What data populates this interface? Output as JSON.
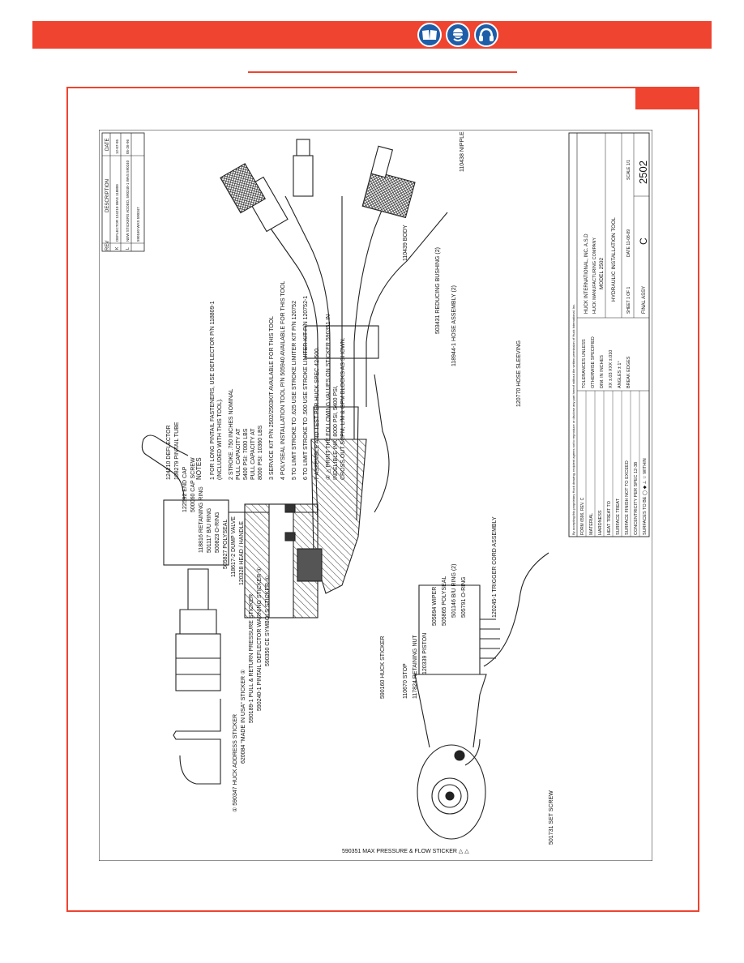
{
  "header": {
    "icons": [
      "read-manual-icon",
      "face-shield-icon",
      "hearing-protection-icon"
    ],
    "accent_color": "#ee4430",
    "icon_color": "#1e5ea8"
  },
  "drawing": {
    "callouts": {
      "c590351": "590351 MAX PRESSURE & FLOW STICKER △ △",
      "c590347": "① 590347 HUCK ADDRESS STICKER",
      "c620084": "620084 \"MADE IN USA\" STICKER ①",
      "c590189": "590189-1 PULL & RETURN PRESSURE STICKER",
      "c590240": "590240-1 PINTAIL DEFLECTOR WARNING STICKER ①",
      "c590350": "590350 CE SYMBOLS STICKER ①",
      "c590160": "590160 HUCK STICKER",
      "c501731": "501731 SET SCREW",
      "c110670": "110670 STOP",
      "c117824": "117824 RETAINING NUT",
      "c120339": "120339 PISTON",
      "c505894": "505894 WIPER",
      "c505865": "505865 POLYSEAL",
      "c501146": "501146 B/U RING (2)",
      "c505791": "505791 O-RING",
      "c124210": "124210 DEFLECTOR",
      "c108279": "108279 PINTAIL TUBE",
      "c122592": "122592 END CAP",
      "c500060": "500060 CAP SCREW",
      "c118816": "118816 RETAINING RING",
      "c501117": "501117 B/U RING",
      "c500823": "500823 O-RING",
      "c505827": "505827 POLYSEAL",
      "c118617": "118617-2 DUMP VALVE",
      "c120328": "120328 HEAD / HANDLE",
      "c120245": "120245-1 TRIGGER CORD ASSEMBLY",
      "c120770": "120770 HOSE SLEEVING",
      "c118944": "118944-1 HOSE ASSEMBLY (2)",
      "c503431": "503431 REDUCING BUSHING (2)",
      "c110439": "110439 BODY",
      "c110438": "110438 NIPPLE"
    },
    "notes_title": "NOTES",
    "notes": [
      "1  FOR LONG PINTAIL FASTENERS, USE DEFLECTOR P/N 118809-1",
      "   (INCLUDED WITH THIS TOOL).",
      "2  STROKE .750 INCHES NOMINAL",
      "   PULL CAPACITY AT",
      "   5400 PSI: 7000 LBS",
      "   PULL CAPACITY AT",
      "   8000 PSI: 10360 LBS",
      "3  SERVICE KIT P/N 2502/2503KIT AVAILABLE FOR THIS TOOL",
      "4  POLYSEAL INSTALLATION TOOL P/N 505940 AVAILABLE FOR THIS TOOL",
      "5  TO LIMIT STROKE TO .625 USE STROKE LIMITER KIT P/N 120752",
      "6  TO LIMIT STROKE TO .500 USE STROKE LIMITER KIT P/N 120752-1",
      "7  ASSEMBLE AND TEST PER HUCK SPEC 42-500.",
      "① △ PRINT THE FOLLOWING VALUES ON STICKER 590351 IN",
      "   INDELIBLE INK: 8000 PSI, 5400 PSI,",
      "   CROSS OUT SCPM, L/M & GPM BLOCKS AS SHOWN."
    ],
    "revision_table": {
      "headers": [
        "REV",
        "DESCRIPTION",
        "DATE"
      ],
      "rows": [
        [
          "K",
          "DEFLECTOR 124210 WAS 118809",
          "12-07-95"
        ],
        [
          "L",
          "NEW STICKERS ADDED, 590240-1 WAS 590240",
          "05-26-96"
        ],
        [
          "",
          "590160 WAS 590347",
          ""
        ]
      ]
    },
    "title_block": {
      "company": "HUCK INTERNATIONAL, INC. A.S.D",
      "company_sub": "HUCK MANUFACTURING COMPANY",
      "model_label": "MODEL 2502",
      "description": "HYDRAULIC INSTALLATION TOOL",
      "drawing_number": "2502",
      "size": "C",
      "sheet": "SHEET 1 OF 1",
      "scale": "SCALE 1/1",
      "date": "DATE 11-08-89",
      "final_assy": "FINAL ASSY",
      "left_column": [
        "FORM 6596, REV. C",
        "MATERIAL",
        "HARDNESS",
        "HEAT TREAT TO",
        "SURFACE TREAT",
        "SURFACE FINISH NOT TO EXCEED",
        "CONCENTRICITY PER SPEC 12-38",
        "SURFACES TO BE ◯ ◆ ⊥ ☆ WITHIN"
      ],
      "tolerances": [
        "TOLERANCES UNLESS",
        "OTHERWISE SPECIFIED",
        "DIM. IN INCHES",
        "XX ±.03  XXX ±.010",
        "ANGLES ± 1°",
        "BREAK EDGES"
      ],
      "ownership_note": "By accepting this proprietary Huck drawing, recipient agrees not to reproduce or disclose any part hereof without the written permission of Huck International, Inc."
    }
  }
}
